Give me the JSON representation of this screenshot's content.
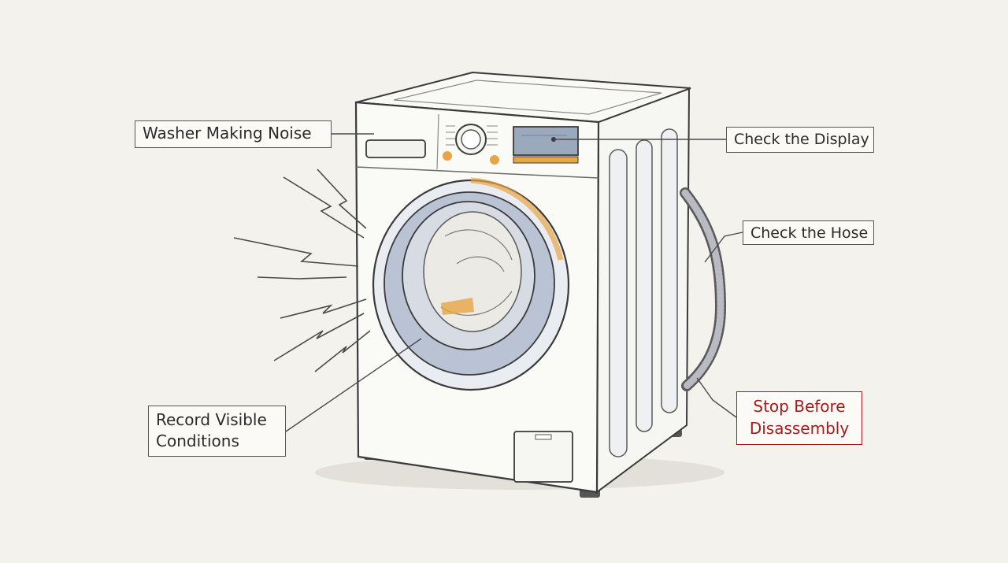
{
  "callouts": {
    "noise": "Washer Making Noise",
    "display": "Check the Display",
    "hose": "Check the Hose",
    "record_line1": "Record Visible",
    "record_line2": "Conditions",
    "stop_line1": "Stop Before",
    "stop_line2": "Disassembly"
  },
  "colors": {
    "background": "#f3f2ec",
    "ink": "#3a3a3a",
    "warning": "#a61b1b",
    "accent_orange": "#e8a545",
    "display_blue": "#9aa9bb",
    "door_ring": "#b9c3d3"
  },
  "icons": [
    "washing-machine-illustration",
    "noise-burst-lines",
    "drain-hose"
  ]
}
